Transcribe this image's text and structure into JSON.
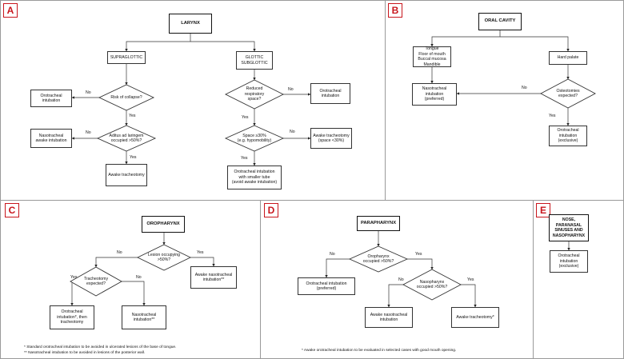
{
  "panels": {
    "a": {
      "label": "A",
      "root": "LARYNX",
      "supraglottic": "SUPRAGLOTTIC",
      "glottic": "GLOTTIC\nSUBGLOTTIC",
      "q_collapse": "Risk of collapse?",
      "q_aditus": "Aditus ad laringem\noccupied >50%?",
      "q_reduced": "Reduced\nrespiratory\nspace?",
      "q_space": "Space ≥30%\n(e.g. hypomobility)",
      "orotracheal": "Orotracheal\nintubation",
      "nasotracheal_awake": "Nasotracheal\nawake intubation",
      "awake_trach": "Awake tracheotomy",
      "orotracheal2": "Orotracheal\nintubation",
      "awake_trach_space": "Awake tracheotomy\n(space <30%)",
      "orotracheal_small": "Orotracheal intubation\nwith smaller tube\n(avoid awake intubation)",
      "no": "No",
      "yes": "Yes"
    },
    "b": {
      "label": "B",
      "root": "ORAL CAVITY",
      "tongue": "Tongue\nFloor of mouth\nBuccal mucosa\nMandible",
      "hard_palate": "Hard palate",
      "nasotracheal": "Nasotracheal\nintubation\n(preferred)",
      "q_osteotomies": "Osteotomies\nexpected?",
      "orotracheal": "Orotracheal\nintubation\n(exclusive)",
      "no": "No",
      "yes": "Yes"
    },
    "c": {
      "label": "C",
      "root": "OROPHARYNX",
      "q_lesion": "Lesion occupying\n>50%?",
      "q_trach": "Tracheotomy\nexpected?",
      "awake_naso": "Awake nasotracheal\nintubation**",
      "oro_then": "Orotracheal\nintubation*, then\ntracheotomy",
      "naso": "Nasotracheal\nintubation**",
      "note1": "* Standard orotracheal intubation to be avoided in ulcerated lesions of the base of tongue.",
      "note2": "** Nasotracheal intubation to be avoided in lesions of the posterior wall.",
      "no": "No",
      "yes": "Yes"
    },
    "d": {
      "label": "D",
      "root": "PARAPHARYNX",
      "q_oropharynx": "Oropharynx\noccupied >50%?",
      "q_nasopharynx": "Nasopharynx\noccupied >50%?",
      "oro_pref": "Orotracheal intubation\n(preferred)",
      "awake_naso": "Awake nasotracheal\nintubation",
      "awake_trach": "Awake tracheotomy*",
      "note": "* Awake orotracheal intubation to be evaluated in selected cases with good mouth opening.",
      "no": "No",
      "yes": "Yes"
    },
    "e": {
      "label": "E",
      "root": "NOSE,\nPARANASAL\nSINUSES AND\nNASOPHARYNX",
      "orotracheal": "Orotracheal\nintubation\n(exclusive)"
    }
  }
}
